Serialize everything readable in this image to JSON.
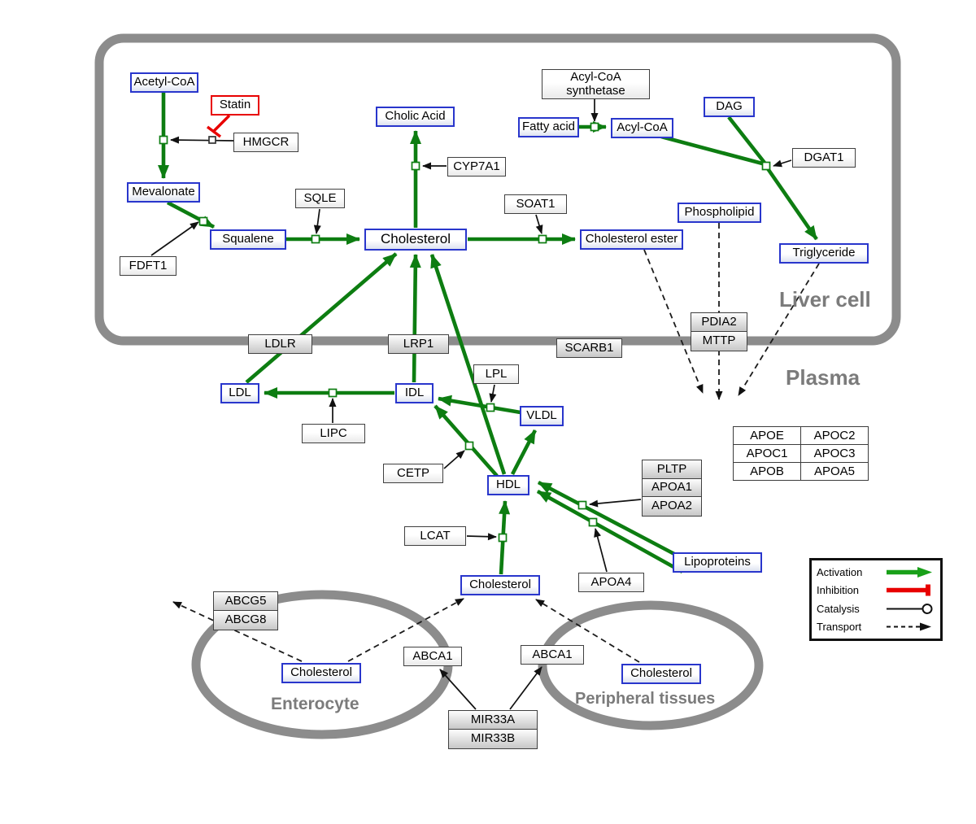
{
  "colors": {
    "activation_green": "#0d7d11",
    "inhibition_red": "#e80000",
    "metabolite_border_blue": "#2936cc",
    "compartment_gray": "#8c8c8c",
    "enzyme_border": "#404040"
  },
  "compartments": {
    "liver_cell": "Liver cell",
    "plasma": "Plasma",
    "enterocyte": "Enterocyte",
    "peripheral_tissues": "Peripheral tissues"
  },
  "nodes": {
    "acetyl_coa": "Acetyl-CoA",
    "statin": "Statin",
    "hmgcr": "HMGCR",
    "mevalonate": "Mevalonate",
    "fdft1": "FDFT1",
    "squalene": "Squalene",
    "sqle": "SQLE",
    "cholic_acid": "Cholic Acid",
    "cyp7a1": "CYP7A1",
    "cholesterol_liver": "Cholesterol",
    "soat1": "SOAT1",
    "cholesterol_ester": "Cholesterol ester",
    "acyl_coa_synth1": "Acyl-CoA",
    "acyl_coa_synth2": "synthetase",
    "fatty_acid": "Fatty acid",
    "acyl_coa": "Acyl-CoA",
    "dag": "DAG",
    "dgat1": "DGAT1",
    "phospholipid": "Phospholipid",
    "triglyceride": "Triglyceride",
    "pdia2": "PDIA2",
    "mttp": "MTTP",
    "ldlr": "LDLR",
    "lrp1": "LRP1",
    "scarb1": "SCARB1",
    "ldl": "LDL",
    "idl": "IDL",
    "lipc": "LIPC",
    "lpl": "LPL",
    "vldl": "VLDL",
    "cetp": "CETP",
    "hdl": "HDL",
    "pltp": "PLTP",
    "apoa1": "APOA1",
    "apoa2": "APOA2",
    "lcat": "LCAT",
    "apoa4": "APOA4",
    "lipoproteins": "Lipoproteins",
    "cholesterol_plasma": "Cholesterol",
    "abcg5": "ABCG5",
    "abcg8": "ABCG8",
    "cholesterol_enterocyte": "Cholesterol",
    "abca1_left": "ABCA1",
    "abca1_right": "ABCA1",
    "cholesterol_peripheral": "Cholesterol",
    "mir33a": "MIR33A",
    "mir33b": "MIR33B"
  },
  "apo_table": {
    "rows": [
      [
        "APOE",
        "APOC2"
      ],
      [
        "APOC1",
        "APOC3"
      ],
      [
        "APOB",
        "APOA5"
      ]
    ]
  },
  "legend": {
    "items": [
      "Activation",
      "Inhibition",
      "Catalysis",
      "Transport"
    ]
  }
}
